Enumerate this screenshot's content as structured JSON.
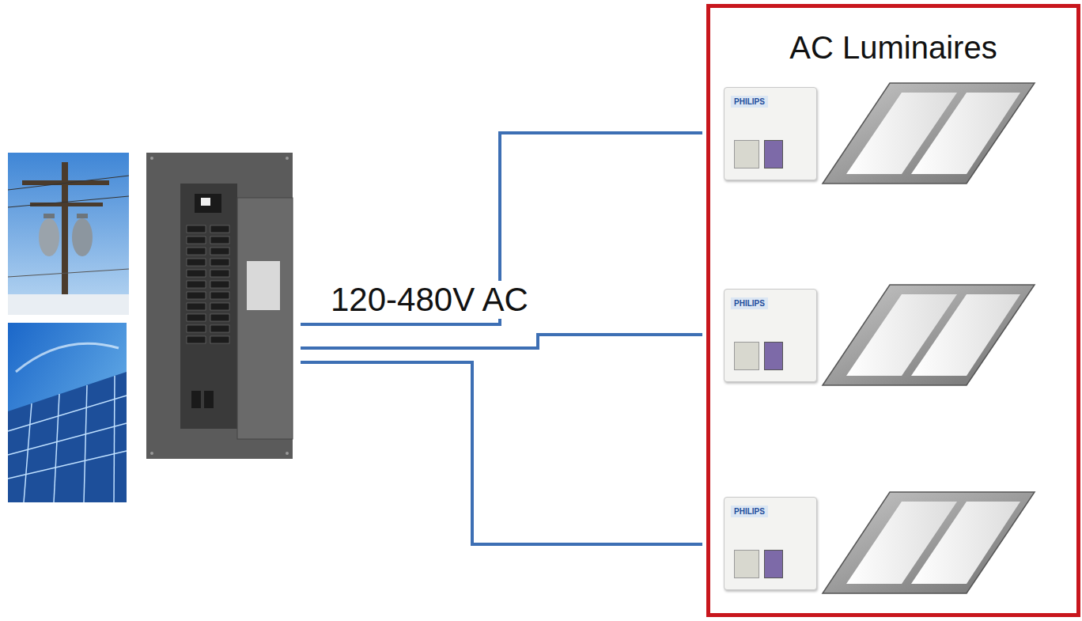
{
  "diagram": {
    "nodes": [
      {
        "text": [
          "AC Luminaires"
        ]
      },
      {
        "text": [
          "PHILIPS"
        ],
        "in": 0
      },
      {
        "text": [
          "PHILIPS"
        ],
        "in": 0
      },
      {
        "text": [
          "PHILIPS"
        ],
        "in": 0
      }
    ],
    "labels": [
      "120-480V AC"
    ]
  }
}
